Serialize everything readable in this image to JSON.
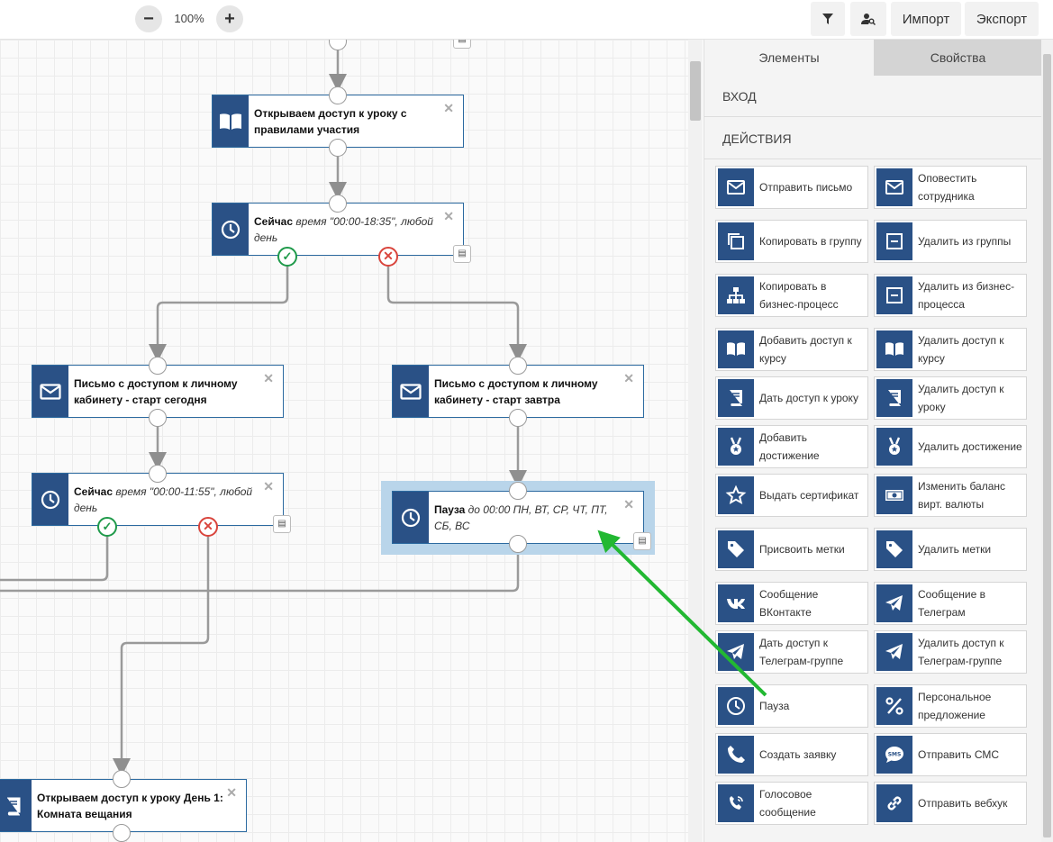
{
  "toolbar": {
    "zoom_out": "−",
    "zoom_level": "100%",
    "zoom_in": "+",
    "import_label": "Импорт",
    "export_label": "Экспорт",
    "filter_icon": "filter-icon",
    "user_search_icon": "user-search-icon"
  },
  "colors": {
    "accent": "#2a5186",
    "link": "#9a9a9a",
    "yes": "#1f9a4a",
    "no": "#d9443c",
    "arrow": "#22b832"
  },
  "nodes": [
    {
      "icon": "book-open-icon",
      "title": "Открываем доступ к уроку с правилами участия",
      "detail": ""
    },
    {
      "icon": "clock-icon",
      "title": "Сейчас",
      "detail": "время \"00:00-18:35\", любой день"
    },
    {
      "icon": "envelope-icon",
      "title": "Письмо с доступом к личному кабинету - старт сегодня",
      "detail": ""
    },
    {
      "icon": "envelope-icon",
      "title": "Письмо с доступом к личному кабинету - старт завтра",
      "detail": ""
    },
    {
      "icon": "clock-icon",
      "title": "Сейчас",
      "detail": "время \"00:00-11:55\", любой день"
    },
    {
      "icon": "clock-icon",
      "title": "Пауза",
      "detail": "до 00:00 ПН, ВТ, СР, ЧТ, ПТ, СБ, ВС"
    },
    {
      "icon": "book-icon",
      "title": "Открываем доступ к уроку День 1: Комната вещания",
      "detail": ""
    }
  ],
  "panel": {
    "tab_elements": "Элементы",
    "tab_properties": "Свойства",
    "section_entry": "ВХОД",
    "section_actions": "ДЕЙСТВИЯ",
    "actions": [
      {
        "label": "Отправить письмо",
        "icon": "envelope-icon"
      },
      {
        "label": "Оповестить сотрудника",
        "icon": "envelope-icon"
      },
      {
        "label": "Копировать в группу",
        "icon": "copy-icon"
      },
      {
        "label": "Удалить из группы",
        "icon": "minus-box-icon"
      },
      {
        "label": "Копировать в бизнес-процесс",
        "icon": "sitemap-icon"
      },
      {
        "label": "Удалить из бизнес-процесса",
        "icon": "minus-box-icon"
      },
      {
        "label": "Добавить доступ к курсу",
        "icon": "book-open-icon"
      },
      {
        "label": "Удалить доступ к курсу",
        "icon": "book-open-icon"
      },
      {
        "label": "Дать доступ к уроку",
        "icon": "book-icon"
      },
      {
        "label": "Удалить доступ к уроку",
        "icon": "book-icon"
      },
      {
        "label": "Добавить достижение",
        "icon": "medal-icon"
      },
      {
        "label": "Удалить достижение",
        "icon": "medal-icon"
      },
      {
        "label": "Выдать сертификат",
        "icon": "star-icon"
      },
      {
        "label": "Изменить баланс вирт. валюты",
        "icon": "money-icon"
      },
      {
        "label": "Присвоить метки",
        "icon": "tag-icon"
      },
      {
        "label": "Удалить метки",
        "icon": "tag-icon"
      },
      {
        "label": "Сообщение ВКонтакте",
        "icon": "vk-icon"
      },
      {
        "label": "Сообщение в Телеграм",
        "icon": "telegram-icon"
      },
      {
        "label": "Дать доступ к Телеграм-группе",
        "icon": "telegram-icon"
      },
      {
        "label": "Удалить доступ к Телеграм-группе",
        "icon": "telegram-icon"
      },
      {
        "label": "Пауза",
        "icon": "clock-icon"
      },
      {
        "label": "Персональное предложение",
        "icon": "percent-icon"
      },
      {
        "label": "Создать заявку",
        "icon": "phone-icon"
      },
      {
        "label": "Отправить СМС",
        "icon": "sms-icon"
      },
      {
        "label": "Голосовое сообщение",
        "icon": "voice-call-icon"
      },
      {
        "label": "Отправить вебхук",
        "icon": "link-icon"
      }
    ]
  }
}
